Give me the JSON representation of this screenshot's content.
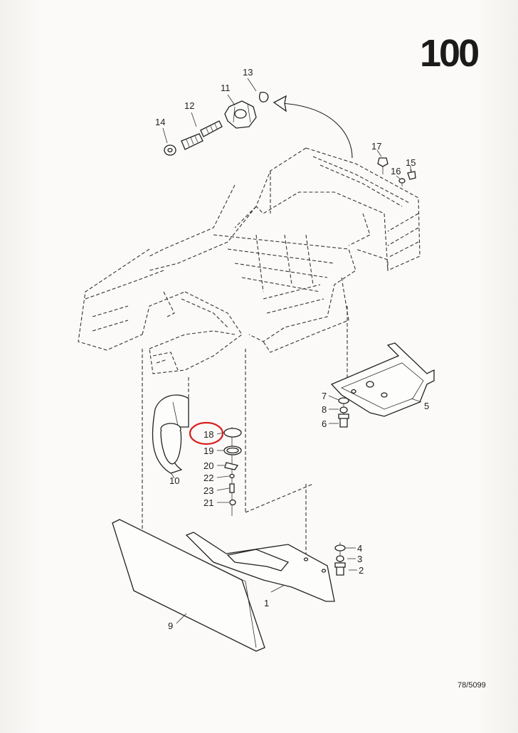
{
  "page": {
    "number": "100",
    "reference_code": "78/5099"
  },
  "callouts": [
    "1",
    "2",
    "3",
    "4",
    "5",
    "6",
    "7",
    "8",
    "9",
    "10",
    "11",
    "12",
    "13",
    "14",
    "15",
    "16",
    "17",
    "18",
    "19",
    "20",
    "21",
    "22",
    "23"
  ],
  "highlight": {
    "callout": "18",
    "color": "#d9201f"
  },
  "colors": {
    "ink": "#222222",
    "paper": "#fbfaf8"
  }
}
